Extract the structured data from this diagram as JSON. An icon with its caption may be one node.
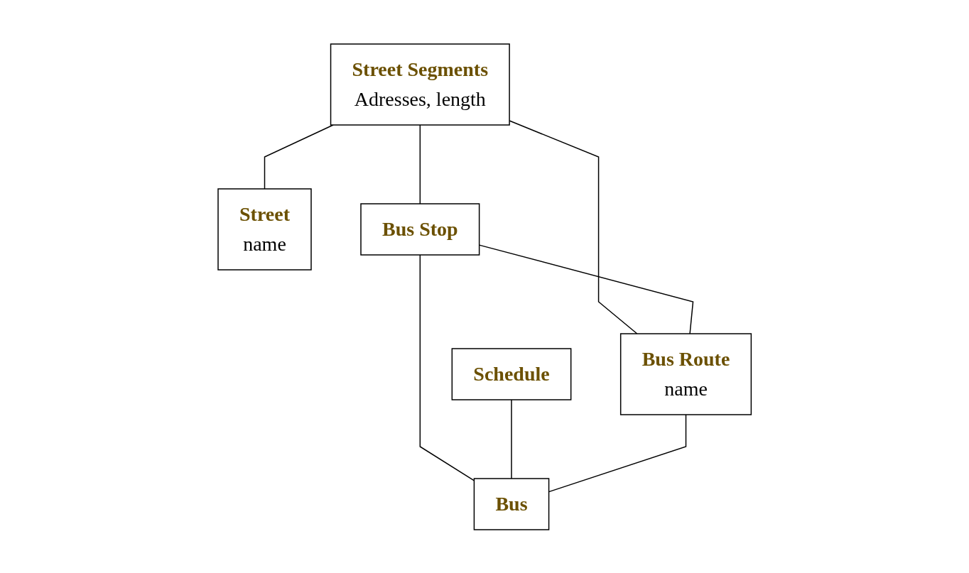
{
  "diagram": {
    "nodes": [
      {
        "text": [
          "Street Segments",
          "Adresses, length"
        ]
      },
      {
        "text": [
          "Bus Stop"
        ]
      },
      {
        "text": [
          "Schedule"
        ]
      },
      {
        "text": [
          "Street",
          "name"
        ]
      },
      {
        "text": [
          "Bus Route",
          "name"
        ]
      },
      {
        "text": [
          "Bus"
        ]
      }
    ],
    "edges": [
      {
        "from": 0,
        "to": 1,
        "arrow": "none"
      },
      {
        "from": 0,
        "to": 3,
        "arrow": "none"
      },
      {
        "from": 0,
        "to": 4,
        "arrow": "none"
      },
      {
        "from": 1,
        "to": 4,
        "arrow": "none"
      },
      {
        "from": 1,
        "to": 5,
        "arrow": "none"
      },
      {
        "from": 2,
        "to": 5,
        "arrow": "none"
      },
      {
        "from": 4,
        "to": 5,
        "arrow": "none"
      }
    ]
  }
}
